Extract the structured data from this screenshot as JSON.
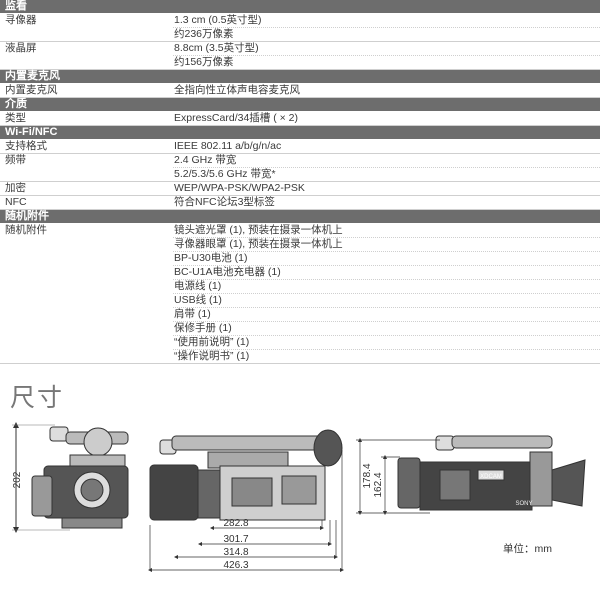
{
  "sections": [
    {
      "title": "监看",
      "rows": [
        {
          "label": "寻像器",
          "values": [
            "1.3 cm (0.5英寸型)",
            "约236万像素"
          ]
        },
        {
          "label": "液晶屏",
          "values": [
            "8.8cm (3.5英寸型)",
            "约156万像素"
          ]
        }
      ]
    },
    {
      "title": "内置麦克风",
      "rows": [
        {
          "label": "内置麦克风",
          "values": [
            "全指向性立体声电容麦克风"
          ]
        }
      ]
    },
    {
      "title": "介质",
      "rows": [
        {
          "label": "类型",
          "values": [
            "ExpressCard/34插槽 ( × 2)"
          ]
        }
      ]
    },
    {
      "title": "Wi-Fi/NFC",
      "rows": [
        {
          "label": "支持格式",
          "values": [
            "IEEE 802.11 a/b/g/n/ac"
          ]
        },
        {
          "label": "频带",
          "values": [
            "2.4 GHz 带宽",
            "5.2/5.3/5.6 GHz 带宽*"
          ]
        },
        {
          "label": "加密",
          "values": [
            "WEP/WPA-PSK/WPA2-PSK"
          ]
        },
        {
          "label": "NFC",
          "values": [
            "符合NFC论坛3型标签"
          ]
        }
      ]
    },
    {
      "title": "随机附件",
      "rows": [
        {
          "label": "随机附件",
          "values": [
            "镜头遮光罩 (1), 预装在摄录一体机上",
            "寻像器眼罩 (1), 预装在摄录一体机上",
            "BP-U30电池 (1)",
            "BC-U1A电池充电器 (1)",
            "电源线 (1)",
            "USB线 (1)",
            "肩带 (1)",
            "保修手册 (1)",
            "“使用前说明” (1)",
            "“操作说明书” (1)"
          ]
        }
      ]
    }
  ],
  "dimensions": {
    "title": "尺寸",
    "unit": "单位：mm",
    "front_height": "202",
    "side_lengths": [
      "282.8",
      "301.7",
      "314.8",
      "426.3"
    ],
    "top_heights": [
      "178.4",
      "162.4"
    ],
    "brand_label": "SONY",
    "model_label": "XDCAM"
  }
}
